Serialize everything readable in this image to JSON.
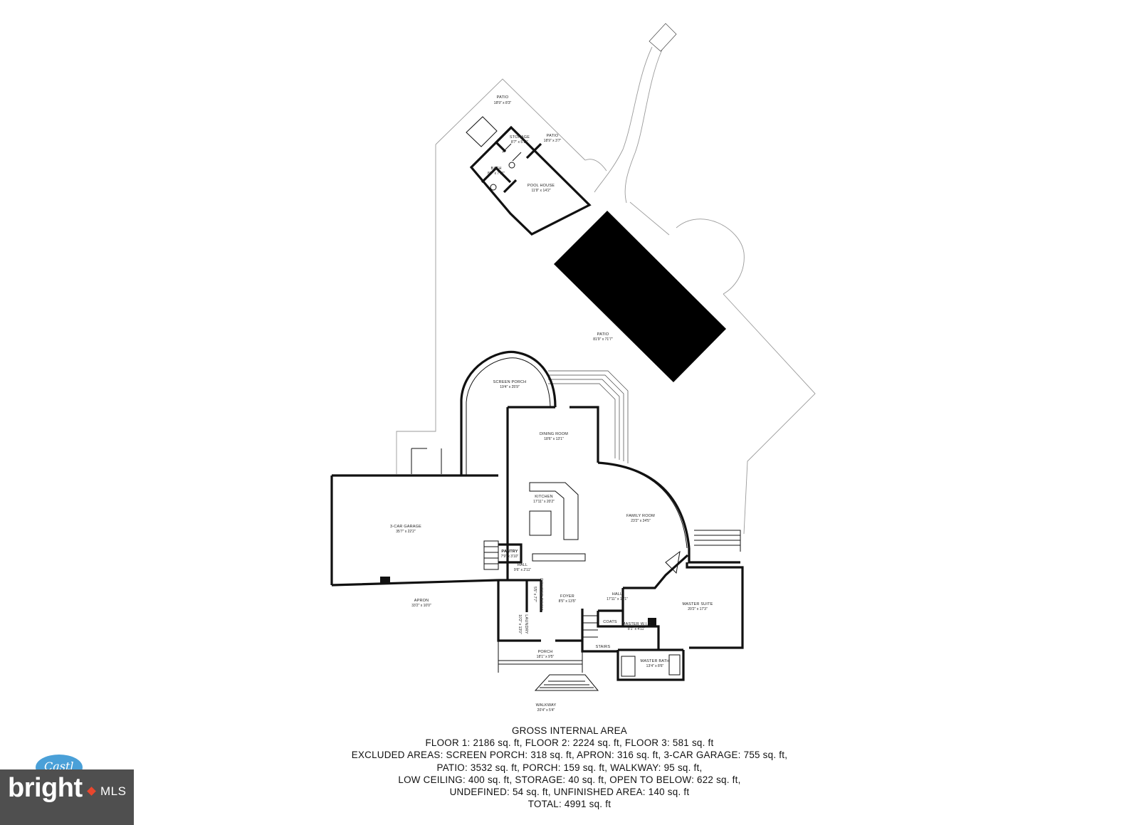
{
  "rooms": {
    "patio_top": {
      "name": "PATIO",
      "dim": "18'9\" x 8'3\""
    },
    "storage": {
      "name": "STORAGE",
      "dim": "8'7\" x 5'11\""
    },
    "patio_right": {
      "name": "PATIO",
      "dim": "18'9\" x 3'7\""
    },
    "bath": {
      "name": "BATH",
      "dim": "8'7\" x 7'11\""
    },
    "pool_house": {
      "name": "POOL HOUSE",
      "dim": "11'9\" x 14'2\""
    },
    "patio_main": {
      "name": "PATIO",
      "dim": "81'9\" x 71'7\""
    },
    "screen_porch": {
      "name": "SCREEN PORCH",
      "dim": "19'4\" x 25'9\""
    },
    "dining_room": {
      "name": "DINING ROOM",
      "dim": "18'6\" x 13'1\""
    },
    "kitchen": {
      "name": "KITCHEN",
      "dim": "17'11\" x 20'2\""
    },
    "family_room": {
      "name": "FAMILY ROOM",
      "dim": "23'2\" x 24'5\""
    },
    "garage": {
      "name": "3-CAR GARAGE",
      "dim": "35'7\" x 22'2\""
    },
    "pantry": {
      "name": "PANTRY",
      "dim": "7'9\" x 3'10\""
    },
    "hall_left": {
      "name": "HALL",
      "dim": "9'6\" x 2'11\""
    },
    "apron": {
      "name": "APRON",
      "dim": "33'2\" x 10'0\""
    },
    "powder_room": {
      "name": "POWDER ROOM",
      "dim": "5'5\" x 7'7\""
    },
    "laundry": {
      "name": "LAUNDRY",
      "dim": "10'2\" x 13'0\""
    },
    "foyer": {
      "name": "FOYER",
      "dim": "8'5\" x 13'5\""
    },
    "hall_center": {
      "name": "HALL",
      "dim": "17'11\" x 10'1\""
    },
    "master_suite": {
      "name": "MASTER SUITE",
      "dim": "20'2\" x 17'3\""
    },
    "coats": {
      "name": "COATS",
      "dim": ""
    },
    "master_wic": {
      "name": "MASTER W.I.C",
      "dim": "8'1\" x 4'11\""
    },
    "stairs": {
      "name": "STAIRS",
      "dim": ""
    },
    "master_bath": {
      "name": "MASTER BATH",
      "dim": "13'4\" x 8'6\""
    },
    "porch": {
      "name": "PORCH",
      "dim": "18'1\" x 9'5\""
    },
    "walkway": {
      "name": "WALKWAY",
      "dim": "20'4\" x 5'4\""
    }
  },
  "summary": {
    "title": "GROSS INTERNAL AREA",
    "line1": "FLOOR 1: 2186 sq. ft, FLOOR 2: 2224 sq. ft, FLOOR 3: 581 sq. ft",
    "line2": "EXCLUDED AREAS: SCREEN PORCH: 318 sq. ft, APRON: 316 sq. ft, 3-CAR GARAGE: 755 sq. ft,",
    "line3": "PATIO: 3532 sq. ft, PORCH: 159 sq. ft, WALKWAY: 95 sq. ft,",
    "line4": "LOW CEILING: 400 sq. ft, STORAGE: 40 sq. ft, OPEN TO BELOW: 622 sq. ft,",
    "line5": "UNDEFINED: 54 sq. ft, UNFINISHED AREA: 140 sq. ft",
    "line6": "TOTAL: 4991 sq. ft"
  },
  "logo": {
    "text": "bright",
    "suffix": "MLS",
    "badge": "Castl"
  },
  "colors": {
    "pool": "#000000",
    "logo_bg": "#4f4f4f",
    "logo_accent": "#e8462d",
    "badge": "#4aa0d8"
  }
}
